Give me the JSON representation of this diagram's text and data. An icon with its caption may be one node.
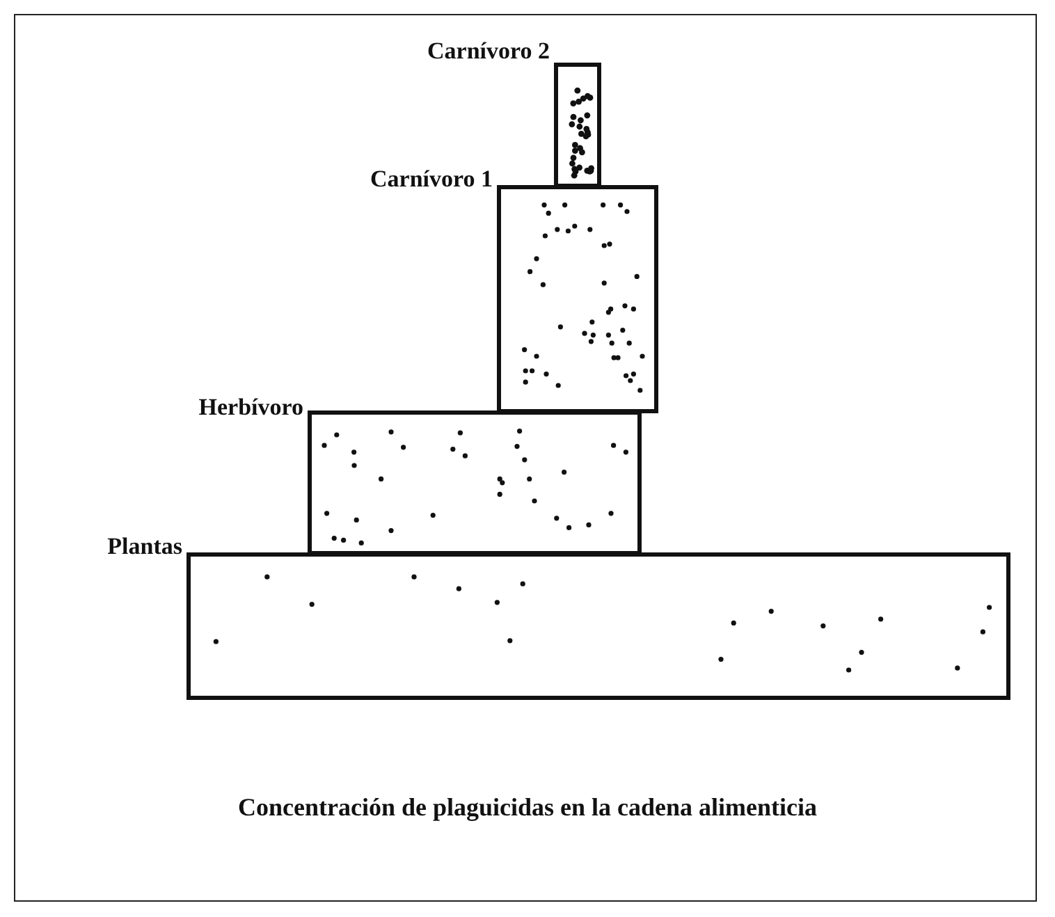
{
  "diagram": {
    "caption": "Concentración de plaguicidas en la cadena alimenticia",
    "nodes": [
      {
        "text": [
          "Carnívoro 2"
        ]
      },
      {
        "text": [
          "Carnívoro 1"
        ]
      },
      {
        "text": [
          "Herbívoro"
        ]
      },
      {
        "text": [
          "Plantas"
        ]
      }
    ]
  }
}
